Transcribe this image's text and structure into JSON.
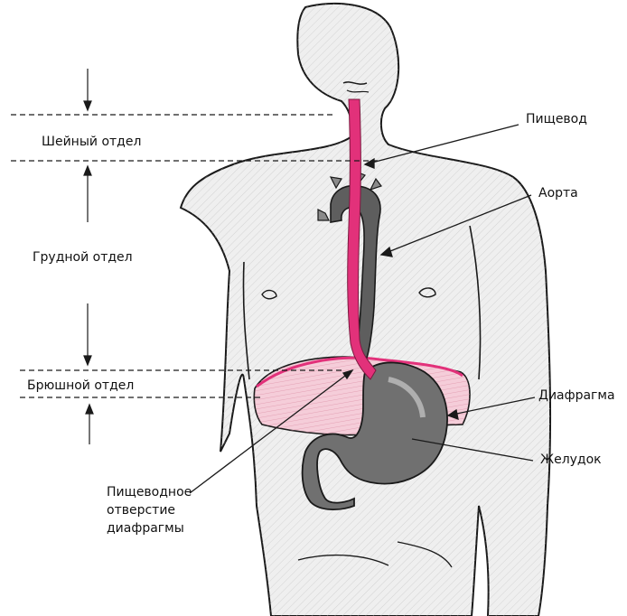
{
  "labels": {
    "esophagus": "Пищевод",
    "aorta": "Аорта",
    "diaphragm": "Диафрагма",
    "stomach": "Желудок",
    "cervical": "Шейный отдел",
    "thoracic": "Грудной отдел",
    "abdominal": "Брюшной отдел",
    "hiatus_line1": "Пищеводное",
    "hiatus_line2": "отверстие",
    "hiatus_line3": "диафрагмы"
  },
  "colors": {
    "esophagus": "#e2317a",
    "diaphragm": "#f3c7d4",
    "stomach": "#6e6e6e",
    "aorta": "#5a5a5a",
    "skin": "#ececec",
    "outline": "#1a1a1a"
  }
}
